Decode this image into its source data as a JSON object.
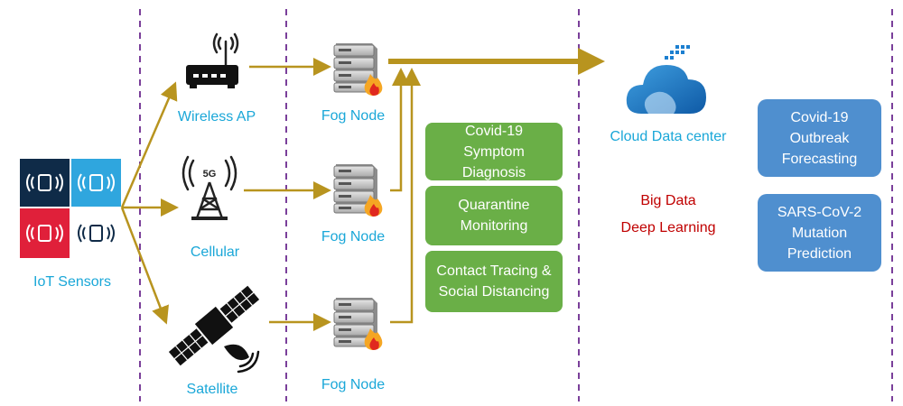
{
  "colors": {
    "arrow": "#b8941f",
    "divider": "#7a3f9a",
    "label_blue": "#1aa7d8",
    "box_green": "#6aaf47",
    "box_blue": "#4f8fcf",
    "text_red": "#c00000"
  },
  "labels": {
    "iot": "IoT Sensors",
    "wireless": "Wireless AP",
    "cellular": "Cellular",
    "satellite": "Satellite",
    "fog1": "Fog Node",
    "fog2": "Fog Node",
    "fog3": "Fog Node",
    "cloud": "Cloud Data center",
    "cell_badge": "5G"
  },
  "green_boxes": {
    "b1": "Covid-19 Symptom Diagnosis",
    "b2": "Quarantine Monitoring",
    "b3": "Contact Tracing & Social Distancing"
  },
  "blue_boxes": {
    "b1": "Covid-19 Outbreak Forecasting",
    "b2": "SARS-CoV-2 Mutation Prediction"
  },
  "red_text": {
    "t1": "Big Data",
    "t2": "Deep Learning"
  },
  "icons": {
    "iot": "iot-sensors-icon",
    "router": "wireless-router-icon",
    "tower": "cell-tower-icon",
    "satellite": "satellite-icon",
    "server": "fog-server-icon",
    "cloud": "cloud-icon"
  }
}
